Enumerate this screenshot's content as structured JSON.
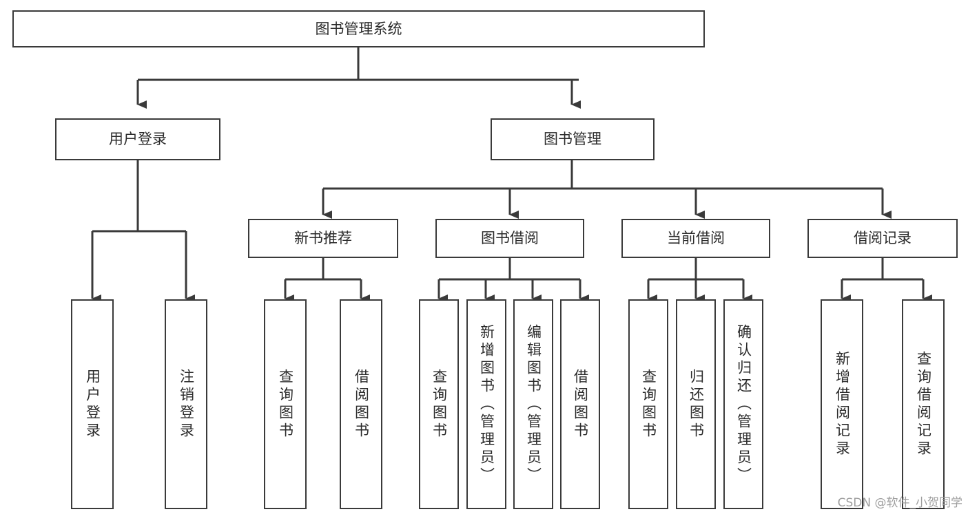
{
  "diagram": {
    "type": "tree-hierarchy",
    "title": "图书管理系统",
    "orientation": "top-down",
    "root": {
      "id": "root",
      "label": "图书管理系统",
      "text_orientation": "horizontal"
    },
    "level2": [
      {
        "id": "user-login",
        "label": "用户登录",
        "text_orientation": "horizontal"
      },
      {
        "id": "book-manage",
        "label": "图书管理",
        "text_orientation": "horizontal"
      }
    ],
    "level3": [
      {
        "id": "new-book-recommend",
        "label": "新书推荐",
        "parent": "book-manage",
        "text_orientation": "horizontal"
      },
      {
        "id": "book-borrow",
        "label": "图书借阅",
        "parent": "book-manage",
        "text_orientation": "horizontal"
      },
      {
        "id": "current-borrow",
        "label": "当前借阅",
        "parent": "book-manage",
        "text_orientation": "horizontal"
      },
      {
        "id": "borrow-record",
        "label": "借阅记录",
        "parent": "book-manage",
        "text_orientation": "horizontal"
      }
    ],
    "leaves": [
      {
        "id": "leaf-user-login",
        "label": "用户登录",
        "parent": "user-login",
        "text_orientation": "vertical"
      },
      {
        "id": "leaf-user-logout",
        "label": "注销登录",
        "parent": "user-login",
        "text_orientation": "vertical"
      },
      {
        "id": "leaf-query-book-1",
        "label": "查询图书",
        "parent": "new-book-recommend",
        "text_orientation": "vertical"
      },
      {
        "id": "leaf-borrow-book-1",
        "label": "借阅图书",
        "parent": "new-book-recommend",
        "text_orientation": "vertical"
      },
      {
        "id": "leaf-query-book-2",
        "label": "查询图书",
        "parent": "book-borrow",
        "text_orientation": "vertical"
      },
      {
        "id": "leaf-add-book",
        "label": "新增图书（管理员）",
        "parent": "book-borrow",
        "text_orientation": "vertical"
      },
      {
        "id": "leaf-edit-book",
        "label": "编辑图书（管理员）",
        "parent": "book-borrow",
        "text_orientation": "vertical"
      },
      {
        "id": "leaf-borrow-book-2",
        "label": "借阅图书",
        "parent": "book-borrow",
        "text_orientation": "vertical"
      },
      {
        "id": "leaf-query-book-3",
        "label": "查询图书",
        "parent": "current-borrow",
        "text_orientation": "vertical"
      },
      {
        "id": "leaf-return-book",
        "label": "归还图书",
        "parent": "current-borrow",
        "text_orientation": "vertical"
      },
      {
        "id": "leaf-confirm-return",
        "label": "确认归还（管理员）",
        "parent": "current-borrow",
        "text_orientation": "vertical"
      },
      {
        "id": "leaf-add-record",
        "label": "新增借阅记录",
        "parent": "borrow-record",
        "text_orientation": "vertical"
      },
      {
        "id": "leaf-query-record",
        "label": "查询借阅记录",
        "parent": "borrow-record",
        "text_orientation": "vertical"
      }
    ]
  },
  "watermark": {
    "text": "CSDN @软件_小贺同学"
  },
  "colors": {
    "border": "#3a3a3a",
    "text": "#2b2b2b",
    "background": "#ffffff",
    "connector": "#3a3a3a",
    "watermark": "#9e9e9e"
  }
}
